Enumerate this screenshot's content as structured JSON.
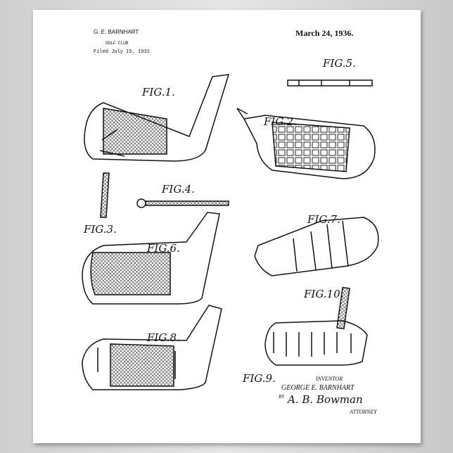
{
  "header": {
    "inventor_name": "G. E. BARNHART",
    "title": "GOLF CLUB",
    "filed": "Filed July 15, 1931",
    "date": "March 24, 1936."
  },
  "figures": [
    "FIG.1.",
    "FIG.2.",
    "FIG.3.",
    "FIG.4.",
    "FIG.5.",
    "FIG.6.",
    "FIG.7.",
    "FIG.8.",
    "FIG.9.",
    "FIG.10."
  ],
  "signature": {
    "inventor_label": "INVENTOR",
    "inventor": "GEORGE E. BARNHART",
    "attorney_sig": "A. B. Bowman",
    "attorney_label": "ATTORNEY",
    "by": "BY"
  }
}
